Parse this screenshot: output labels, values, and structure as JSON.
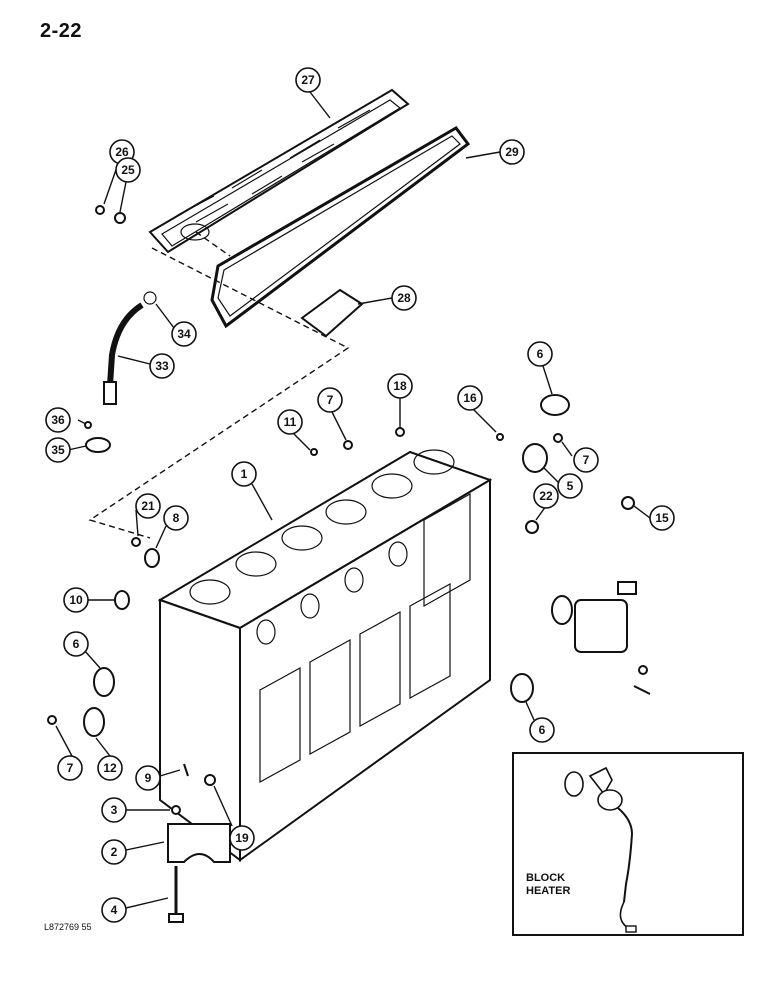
{
  "page_number": "2-22",
  "figure_code": "L872769 55",
  "inset": {
    "label_line1": "BLOCK",
    "label_line2": "HEATER"
  },
  "callouts": [
    "27",
    "26",
    "25",
    "29",
    "28",
    "34",
    "33",
    "36",
    "35",
    "1",
    "11",
    "7",
    "18",
    "16",
    "6",
    "7",
    "5",
    "15",
    "22",
    "21",
    "8",
    "10",
    "6",
    "7",
    "12",
    "9",
    "3",
    "2",
    "4",
    "19",
    "6"
  ]
}
